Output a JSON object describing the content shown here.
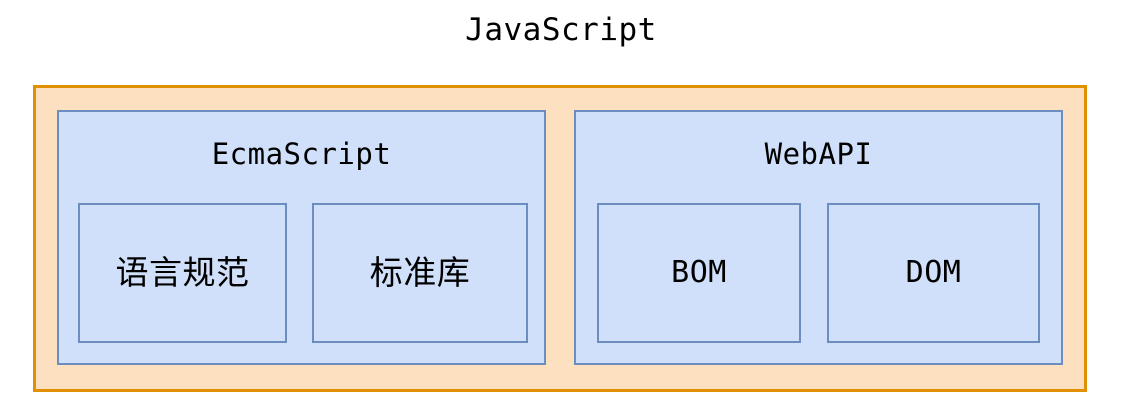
{
  "diagram": {
    "type": "nested-containment",
    "title": "JavaScript",
    "palette": {
      "page_background": "#ffffff",
      "outer_fill": "#fce0c0",
      "outer_border": "#e09000",
      "box_fill": "#d0e0fa",
      "box_border": "#6c8ebf",
      "text": "#000000"
    },
    "root": {
      "label": "JavaScript",
      "groups": [
        {
          "label": "EcmaScript",
          "children": [
            {
              "label": "语言规范",
              "script": "cjk"
            },
            {
              "label": "标准库",
              "script": "cjk"
            }
          ]
        },
        {
          "label": "WebAPI",
          "children": [
            {
              "label": "BOM",
              "script": "latin"
            },
            {
              "label": "DOM",
              "script": "latin"
            }
          ]
        }
      ]
    }
  }
}
